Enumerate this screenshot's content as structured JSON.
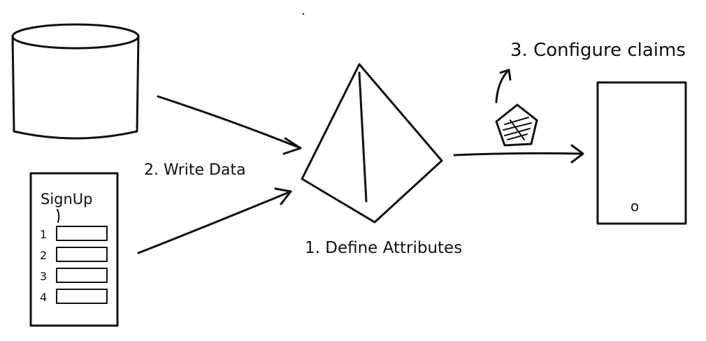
{
  "labels": {
    "write_data": "2. Write Data",
    "define_attributes": "1. Define Attributes",
    "configure_claims": "3. Configure claims"
  },
  "signup_form": {
    "title": "SignUp",
    "rows": [
      "1",
      "2",
      "3",
      "4"
    ]
  },
  "device": {
    "button_glyph": "o"
  },
  "colors": {
    "ink": "#111111",
    "background": "#ffffff"
  },
  "icons": {
    "database": "cylinder-database-icon",
    "user_pool": "pyramid-icon",
    "token": "pentagon-token-icon",
    "device": "phone-icon"
  }
}
